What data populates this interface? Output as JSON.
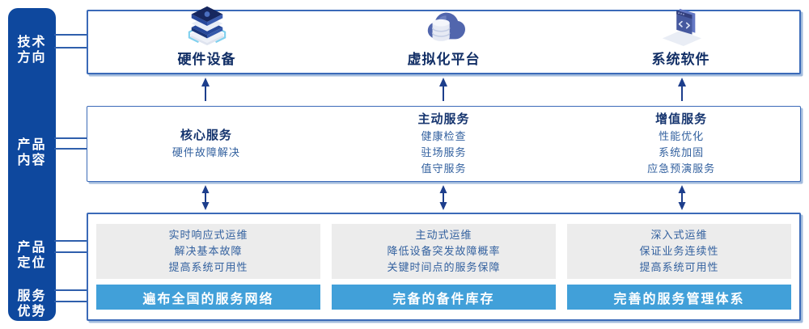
{
  "sidebar": {
    "sections": [
      {
        "lines": [
          "技术",
          "方向"
        ]
      },
      {
        "lines": [
          "产品",
          "内容"
        ]
      },
      {
        "lines": [
          "产品",
          "定位"
        ]
      },
      {
        "lines": [
          "服务",
          "优势"
        ]
      }
    ]
  },
  "tech_row": {
    "items": [
      {
        "label": "硬件设备",
        "icon": "server-stack-icon"
      },
      {
        "label": "虚拟化平台",
        "icon": "cloud-platform-icon"
      },
      {
        "label": "系统软件",
        "icon": "software-window-icon"
      }
    ]
  },
  "content_row": {
    "columns": [
      {
        "title": "核心服务",
        "items": [
          "硬件故障解决"
        ]
      },
      {
        "title": "主动服务",
        "items": [
          "健康检查",
          "驻场服务",
          "值守服务"
        ]
      },
      {
        "title": "增值服务",
        "items": [
          "性能优化",
          "系统加固",
          "应急预演服务"
        ]
      }
    ]
  },
  "position_row": {
    "columns": [
      {
        "lines": [
          "实时响应式运维",
          "解决基本故障",
          "提高系统可用性"
        ],
        "advantage": "遍布全国的服务网络"
      },
      {
        "lines": [
          "主动式运维",
          "降低设备突发故障概率",
          "关键时间点的服务保障"
        ],
        "advantage": "完备的备件库存"
      },
      {
        "lines": [
          "深入式运维",
          "保证业务连续性",
          "提高系统可用性"
        ],
        "advantage": "完善的服务管理体系"
      }
    ]
  },
  "colors": {
    "sidebar_bg": "#0e489e",
    "box_border": "#3b6ab8",
    "arrow": "#1d3e8c",
    "title_text": "#16356f",
    "body_text": "#33619f",
    "advantage_bar": "#41a0d9",
    "panel_gray": "#ececec"
  }
}
